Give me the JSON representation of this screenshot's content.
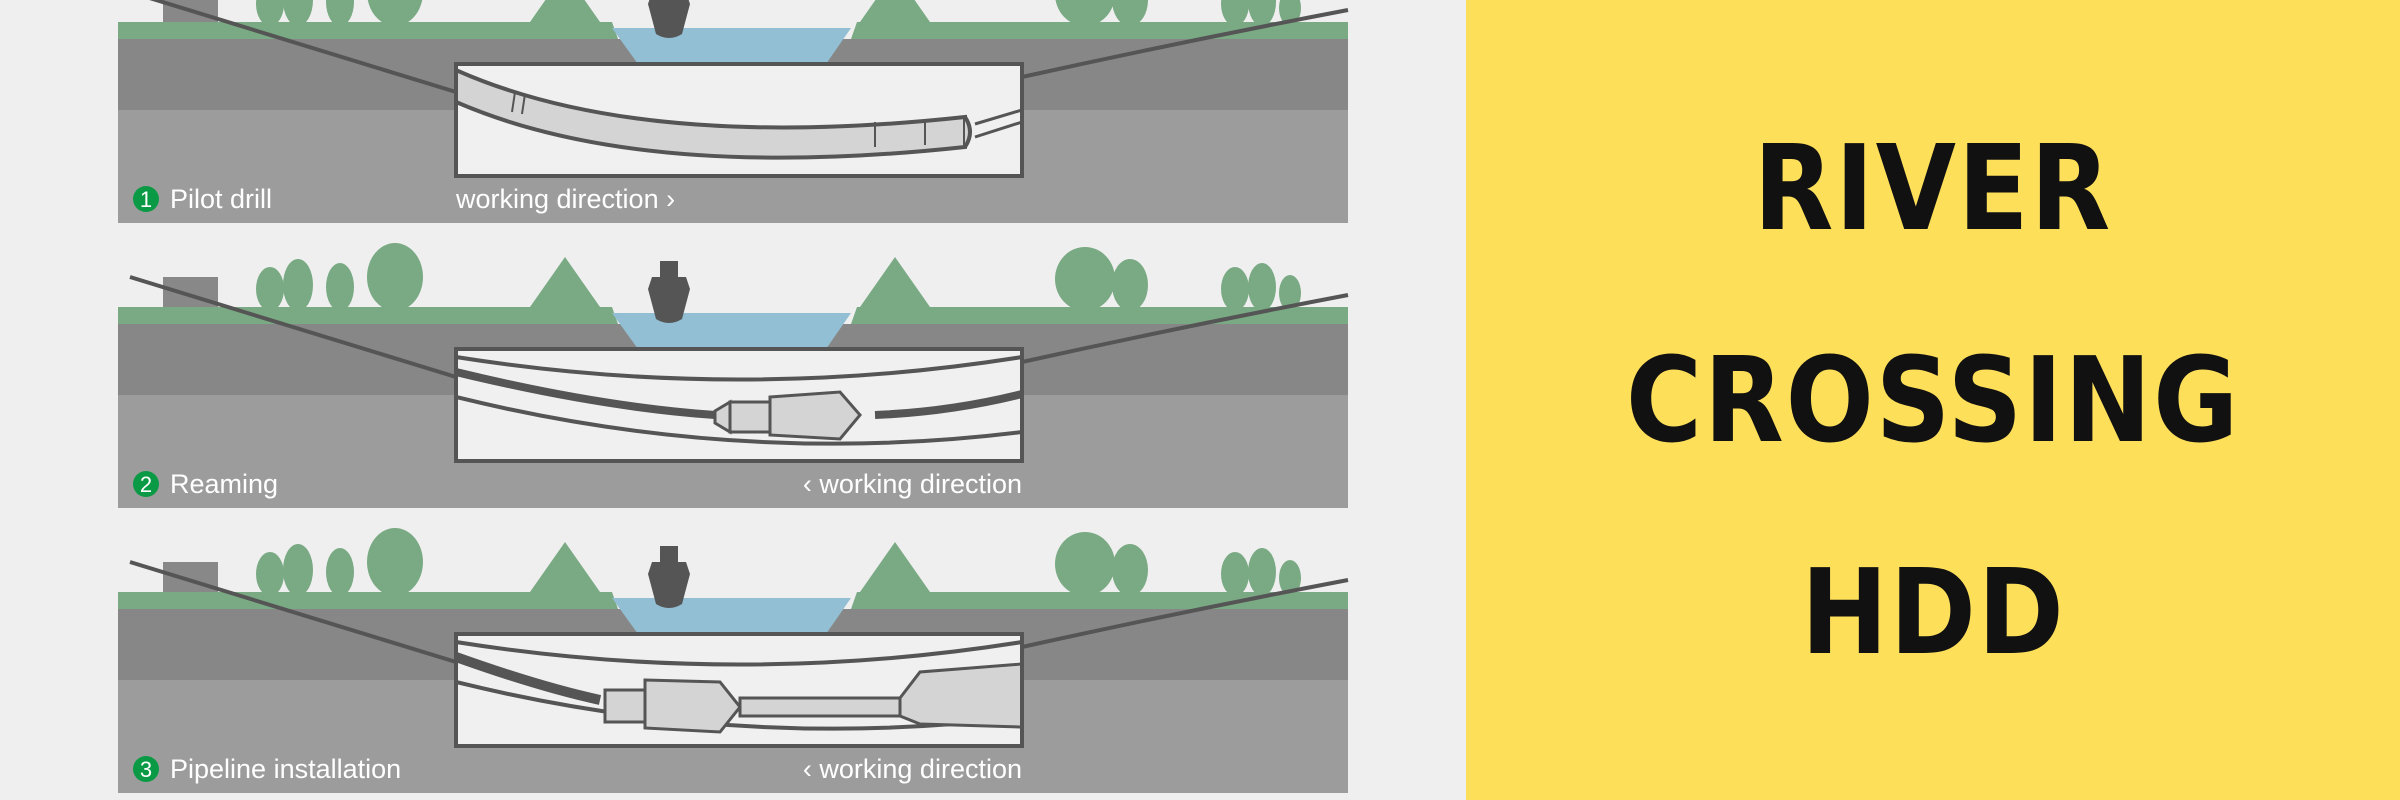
{
  "title": {
    "lines": [
      "RIVER",
      "CROSSING",
      "HDD"
    ]
  },
  "colors": {
    "background": "#efefef",
    "yellow": "#fddf5a",
    "grass": "#7aaa84",
    "water": "#92bfd3",
    "soil_top": "#878787",
    "soil_bottom": "#9c9c9c",
    "step_badge": "#0a9a45",
    "line": "#555555"
  },
  "steps": [
    {
      "number": "1",
      "label": "Pilot drill",
      "direction": "working direction ›",
      "direction_side": "left",
      "stage": "pilot"
    },
    {
      "number": "2",
      "label": "Reaming",
      "direction": "‹ working direction",
      "direction_side": "right",
      "stage": "ream"
    },
    {
      "number": "3",
      "label": "Pipeline installation",
      "direction": "‹ working direction",
      "direction_side": "right",
      "stage": "pipe"
    }
  ]
}
